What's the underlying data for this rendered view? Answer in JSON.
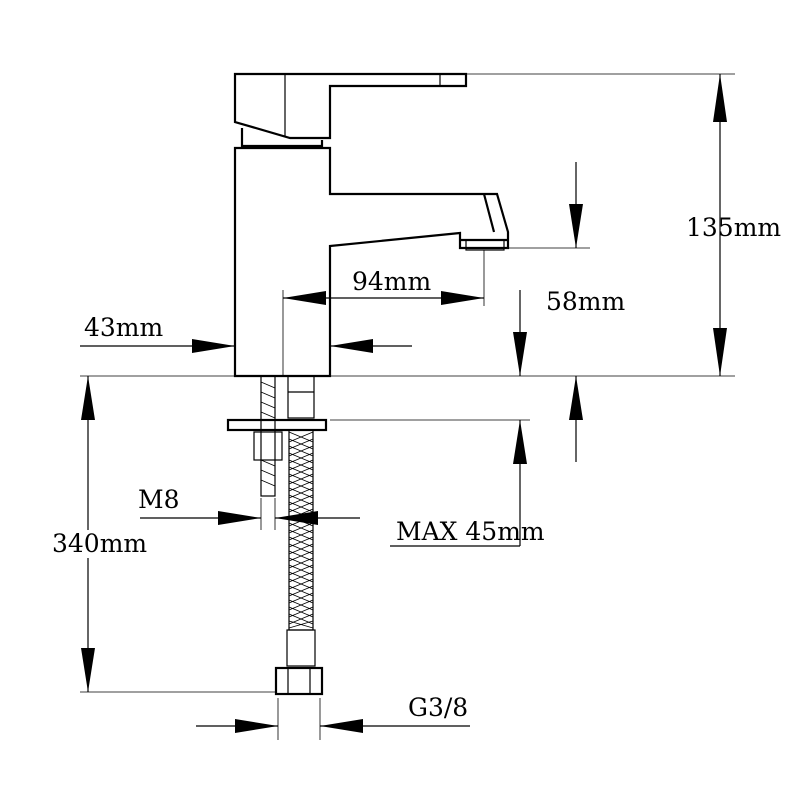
{
  "labels": {
    "height_135": "135mm",
    "spout_reach_94": "94mm",
    "spout_height_58": "58mm",
    "body_width_43": "43mm",
    "thread_m8": "M8",
    "hose_length_340": "340mm",
    "max_deck_45": "MAX 45mm",
    "connection_g38": "G3/8"
  }
}
